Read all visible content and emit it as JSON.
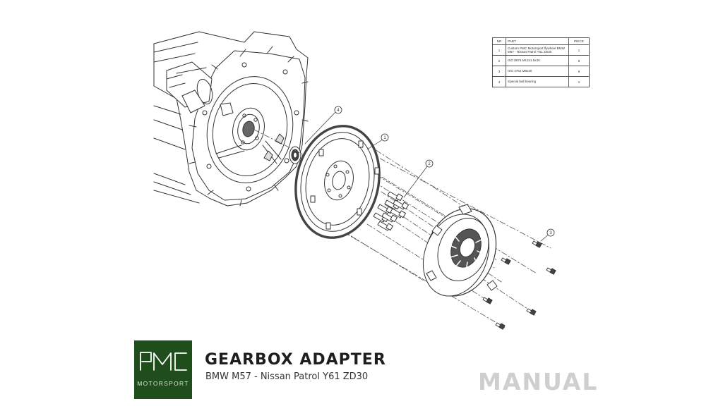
{
  "parts_table": {
    "headers": {
      "nr": "NR",
      "part": "PART",
      "piece": "PIECE"
    },
    "rows": [
      {
        "nr": "1",
        "part": "Custom PMC Motorsport flywheel BMW M57 - Nissan Patrol Y61 ZD30",
        "piece": "1"
      },
      {
        "nr": "2",
        "part": "ISO 8676 M12x1.5x40",
        "piece": "8"
      },
      {
        "nr": "3",
        "part": "ISO 4762 M8x20",
        "piece": "6"
      },
      {
        "nr": "4",
        "part": "Special ball bearing",
        "piece": "1"
      }
    ]
  },
  "callouts": {
    "flywheel": "1",
    "flywheel_bolts": "2",
    "clutch_bolts": "3",
    "bearing": "4"
  },
  "logo": {
    "mark": "PMC",
    "text": "MOTORSPORT",
    "background": "#1f4d1c"
  },
  "title": "GEARBOX ADAPTER",
  "subtitle": "BMW M57 - Nissan Patrol Y61 ZD30",
  "doc_type": "MANUAL"
}
